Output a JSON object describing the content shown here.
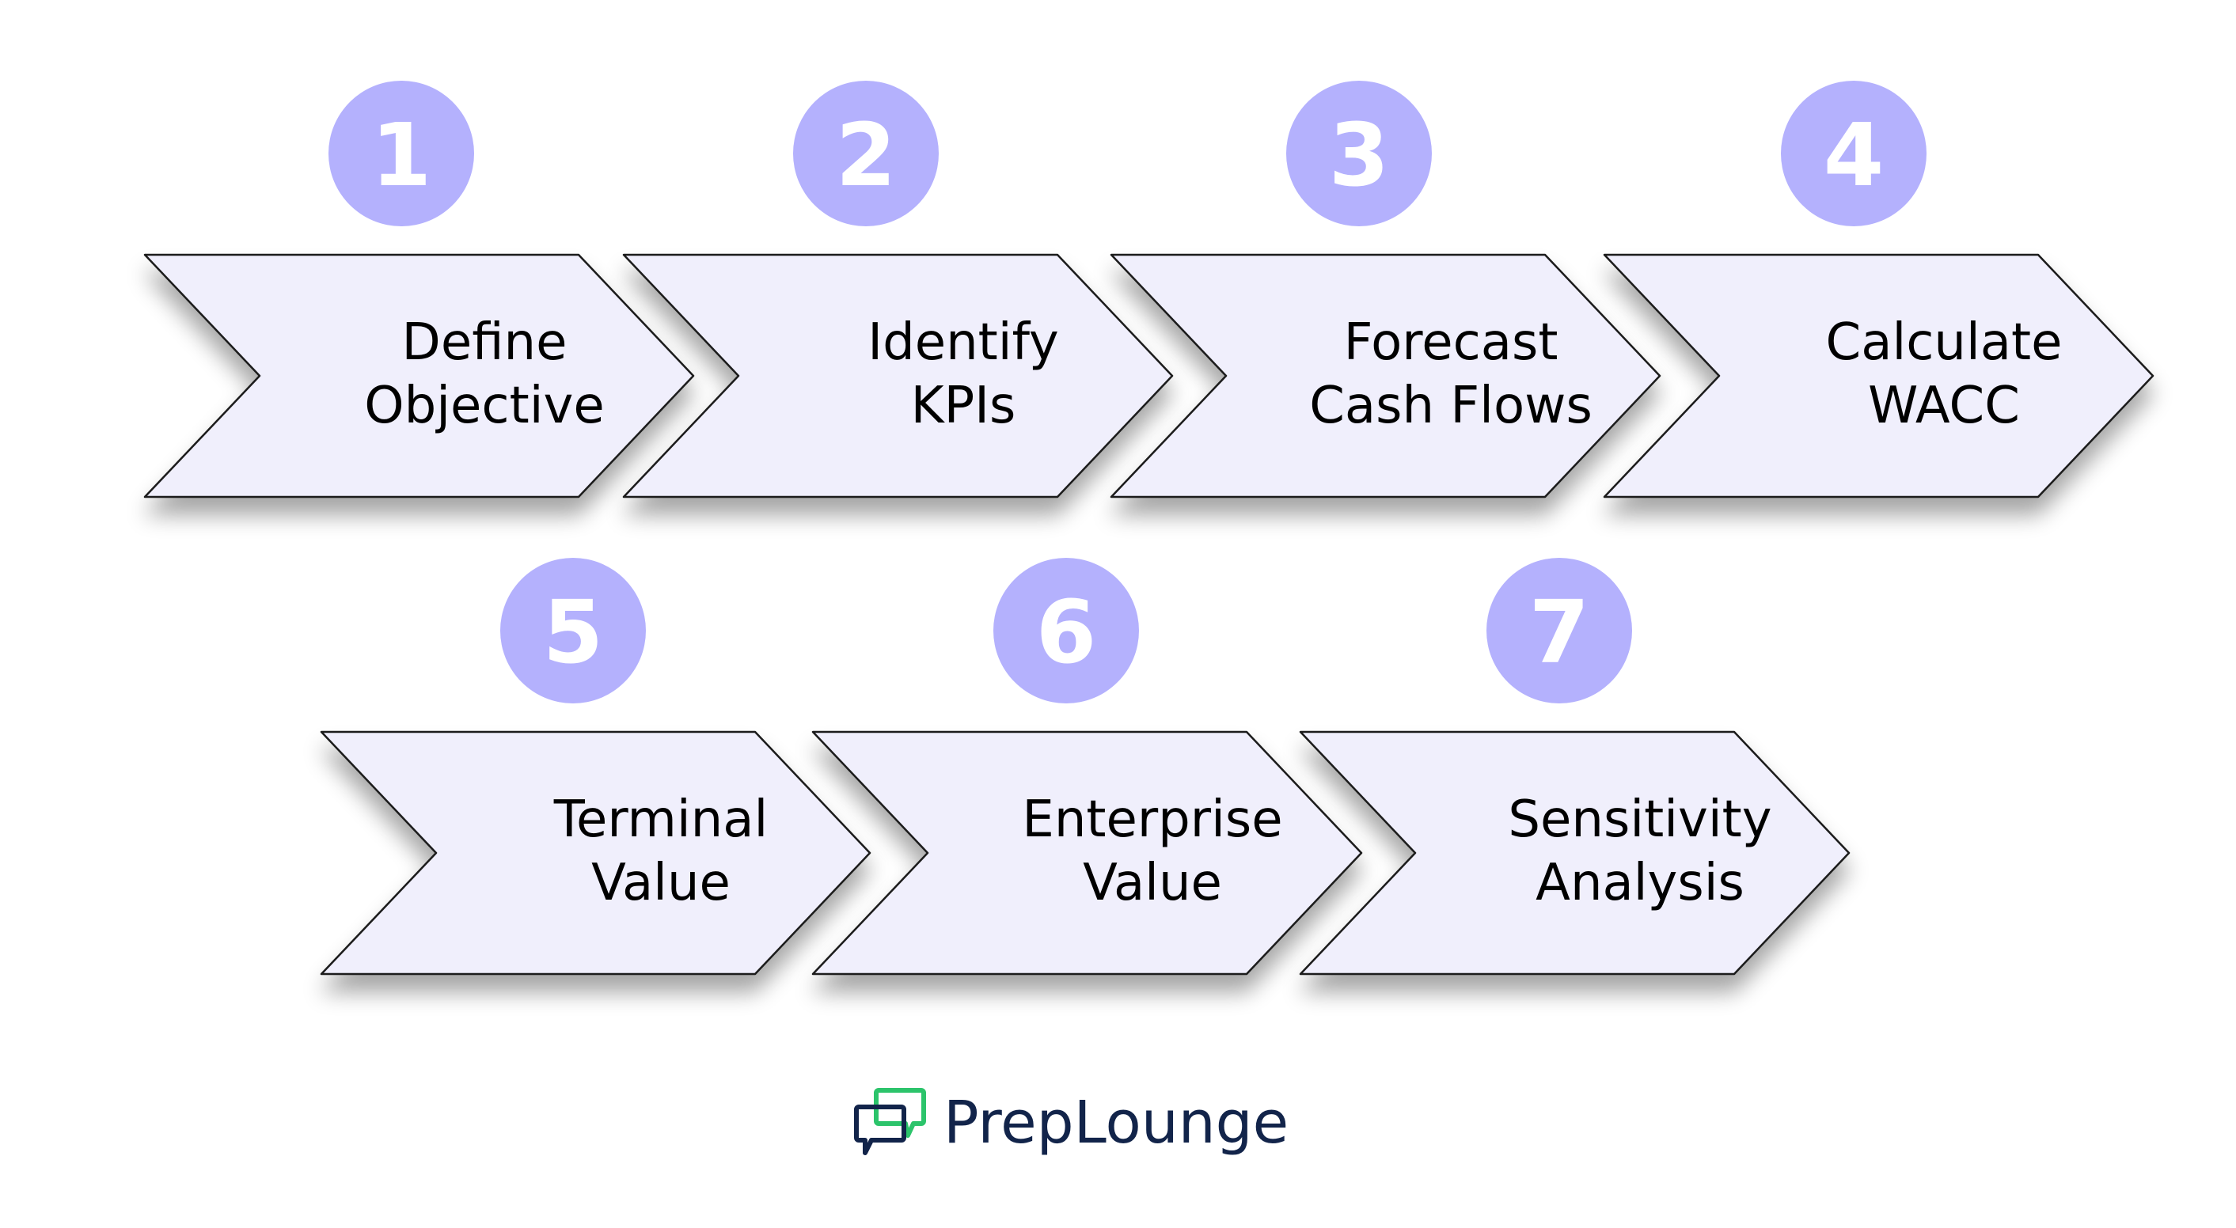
{
  "steps": [
    {
      "number": "1",
      "line1": "Define",
      "line2": "Objective"
    },
    {
      "number": "2",
      "line1": "Identify",
      "line2": "KPIs"
    },
    {
      "number": "3",
      "line1": "Forecast",
      "line2": "Cash Flows"
    },
    {
      "number": "4",
      "line1": "Calculate",
      "line2": "WACC"
    },
    {
      "number": "5",
      "line1": "Terminal",
      "line2": "Value"
    },
    {
      "number": "6",
      "line1": "Enterprise",
      "line2": "Value"
    },
    {
      "number": "7",
      "line1": "Sensitivity",
      "line2": "Analysis"
    }
  ],
  "logo": {
    "text": "PrepLounge",
    "icon": "chat-bubbles-icon"
  },
  "colors": {
    "circle": "#b4b1fd",
    "chevron_fill": "#f0effc",
    "chevron_stroke": "#1a1a1a",
    "logo_text": "#12244a",
    "logo_green": "#2cc46b"
  }
}
